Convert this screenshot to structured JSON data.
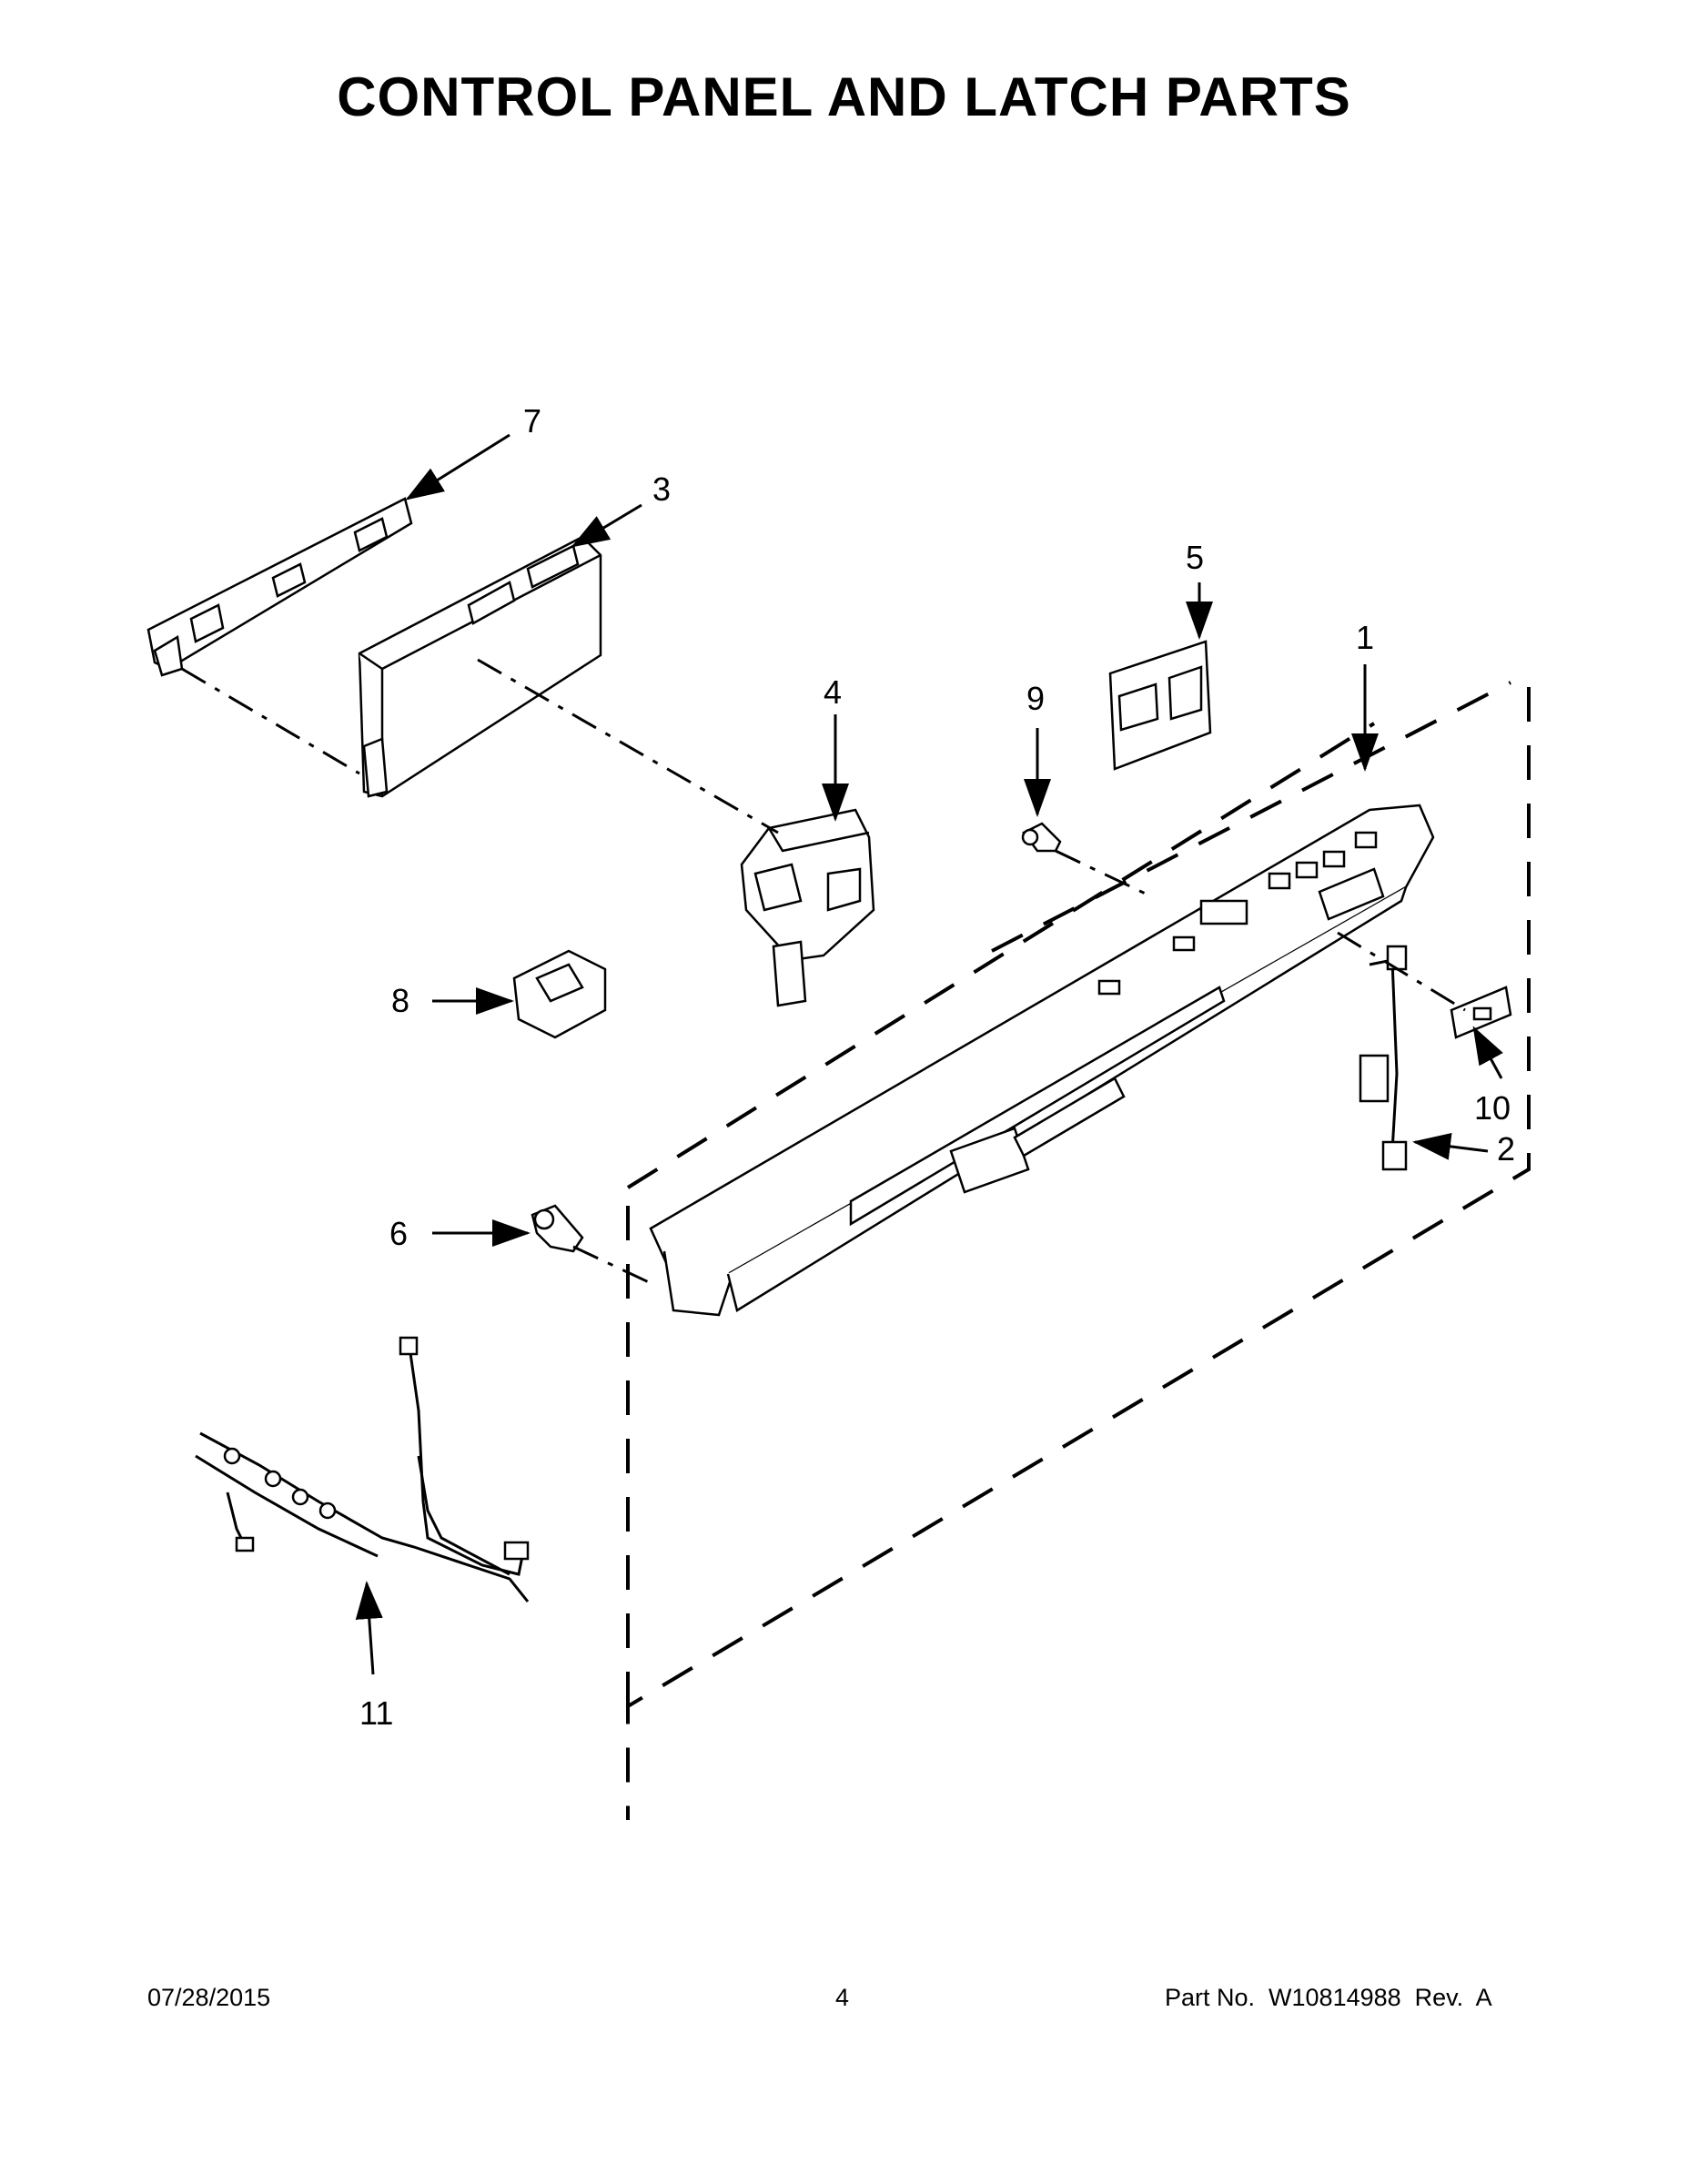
{
  "title": "CONTROL PANEL AND LATCH PARTS",
  "callouts": [
    "7",
    "3",
    "5",
    "1",
    "4",
    "9",
    "8",
    "10",
    "2",
    "6",
    "11"
  ],
  "footer": {
    "date": "07/28/2015",
    "page": "4",
    "part_number": "Part No.  W10814988  Rev.  A"
  }
}
